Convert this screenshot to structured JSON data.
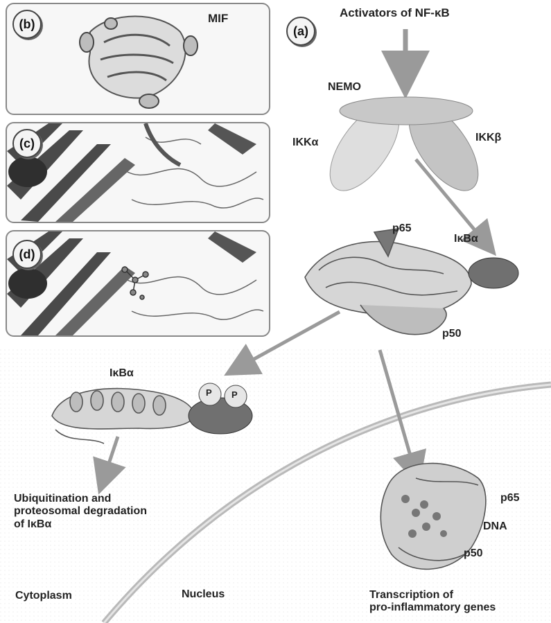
{
  "panels": {
    "b": {
      "badge": "(b)",
      "title": "MIF"
    },
    "c": {
      "badge": "(c)"
    },
    "d": {
      "badge": "(d)"
    }
  },
  "main": {
    "badge": "(a)",
    "activators": "Activators of NF-κB",
    "nemo": "NEMO",
    "ikk_alpha": "IKKα",
    "ikk_beta": "IKKβ",
    "complex_p65": "p65",
    "complex_ikba": "IκBα",
    "complex_p50": "p50",
    "free_ikba": "IκBα",
    "phospho_1": "P",
    "phospho_2": "P",
    "degradation": "Ubiquitination and\nproteosomal degradation\nof IκBα",
    "nucleus_p65": "p65",
    "nucleus_dna": "DNA",
    "nucleus_p50": "p50",
    "transcription": "Transcription of\npro-inflammatory genes",
    "cytoplasm": "Cytoplasm",
    "nucleus": "Nucleus"
  },
  "colors": {
    "arrow": "#9a9a9a",
    "nemo": "#c8c8c8",
    "ikk": "#d8d8d8",
    "ikba_blob": "#707070",
    "protein": "#555555"
  }
}
